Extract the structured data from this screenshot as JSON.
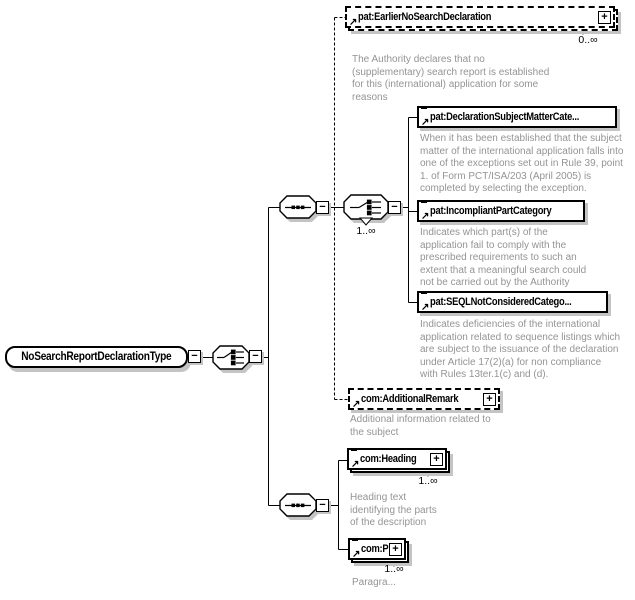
{
  "diagram": {
    "type_name": "NoSearchReportDeclarationType",
    "icons": {
      "expand": "+",
      "collapse": "−",
      "reference_arrow": "↗"
    },
    "colors": {
      "annotation": "#949494",
      "shadow": "#c4c4c4",
      "line": "#000000",
      "box_bg": "#ffffff"
    },
    "compositors": {
      "root_choice": {
        "kind": "choice"
      },
      "upper_sequence": {
        "kind": "sequence"
      },
      "category_choice": {
        "kind": "choice",
        "occurrence": "1..∞"
      },
      "lower_sequence": {
        "kind": "sequence"
      }
    },
    "elements": {
      "earlier_no_search_declaration": {
        "label": "pat:EarlierNoSearchDeclaration",
        "occurrence": "0..∞",
        "annotation": "The Authority declares that no\n(supplementary) search report is established\nfor this (international) application for some\nreasons"
      },
      "declaration_subject_matter_category": {
        "label": "pat:DeclarationSubjectMatterCate...",
        "annotation": "When it has been established that the subject\nmatter of the international application falls into\none of the exceptions set out in Rule 39, point\n1. of Form PCT/ISA/203 (April 2005) is\ncompleted by selecting the exception."
      },
      "incompliant_part_category": {
        "label": "pat:IncompliantPartCategory",
        "annotation": "Indicates which part(s) of the\napplication fail to comply with the\nprescribed requirements to such an\nextent that a meaningful search could\nnot be carried out by the Authority"
      },
      "seql_not_considered_category": {
        "label": "pat:SEQLNotConsideredCatego...",
        "annotation": "Indicates deficiencies of the international\napplication related to sequence listings which\nare subject to the issuance of the declaration\nunder Article 17(2)(a) for non compliance\nwith Rules 13ter.1(c) and (d)."
      },
      "additional_remark": {
        "label": "com:AdditionalRemark",
        "annotation": "Additional information related to\nthe subject"
      },
      "heading": {
        "label": "com:Heading",
        "occurrence": "1..∞",
        "annotation": "Heading text\nidentifying the parts\nof the description"
      },
      "p": {
        "label": "com:P",
        "occurrence": "1..∞",
        "annotation": "Paragra..."
      }
    }
  }
}
